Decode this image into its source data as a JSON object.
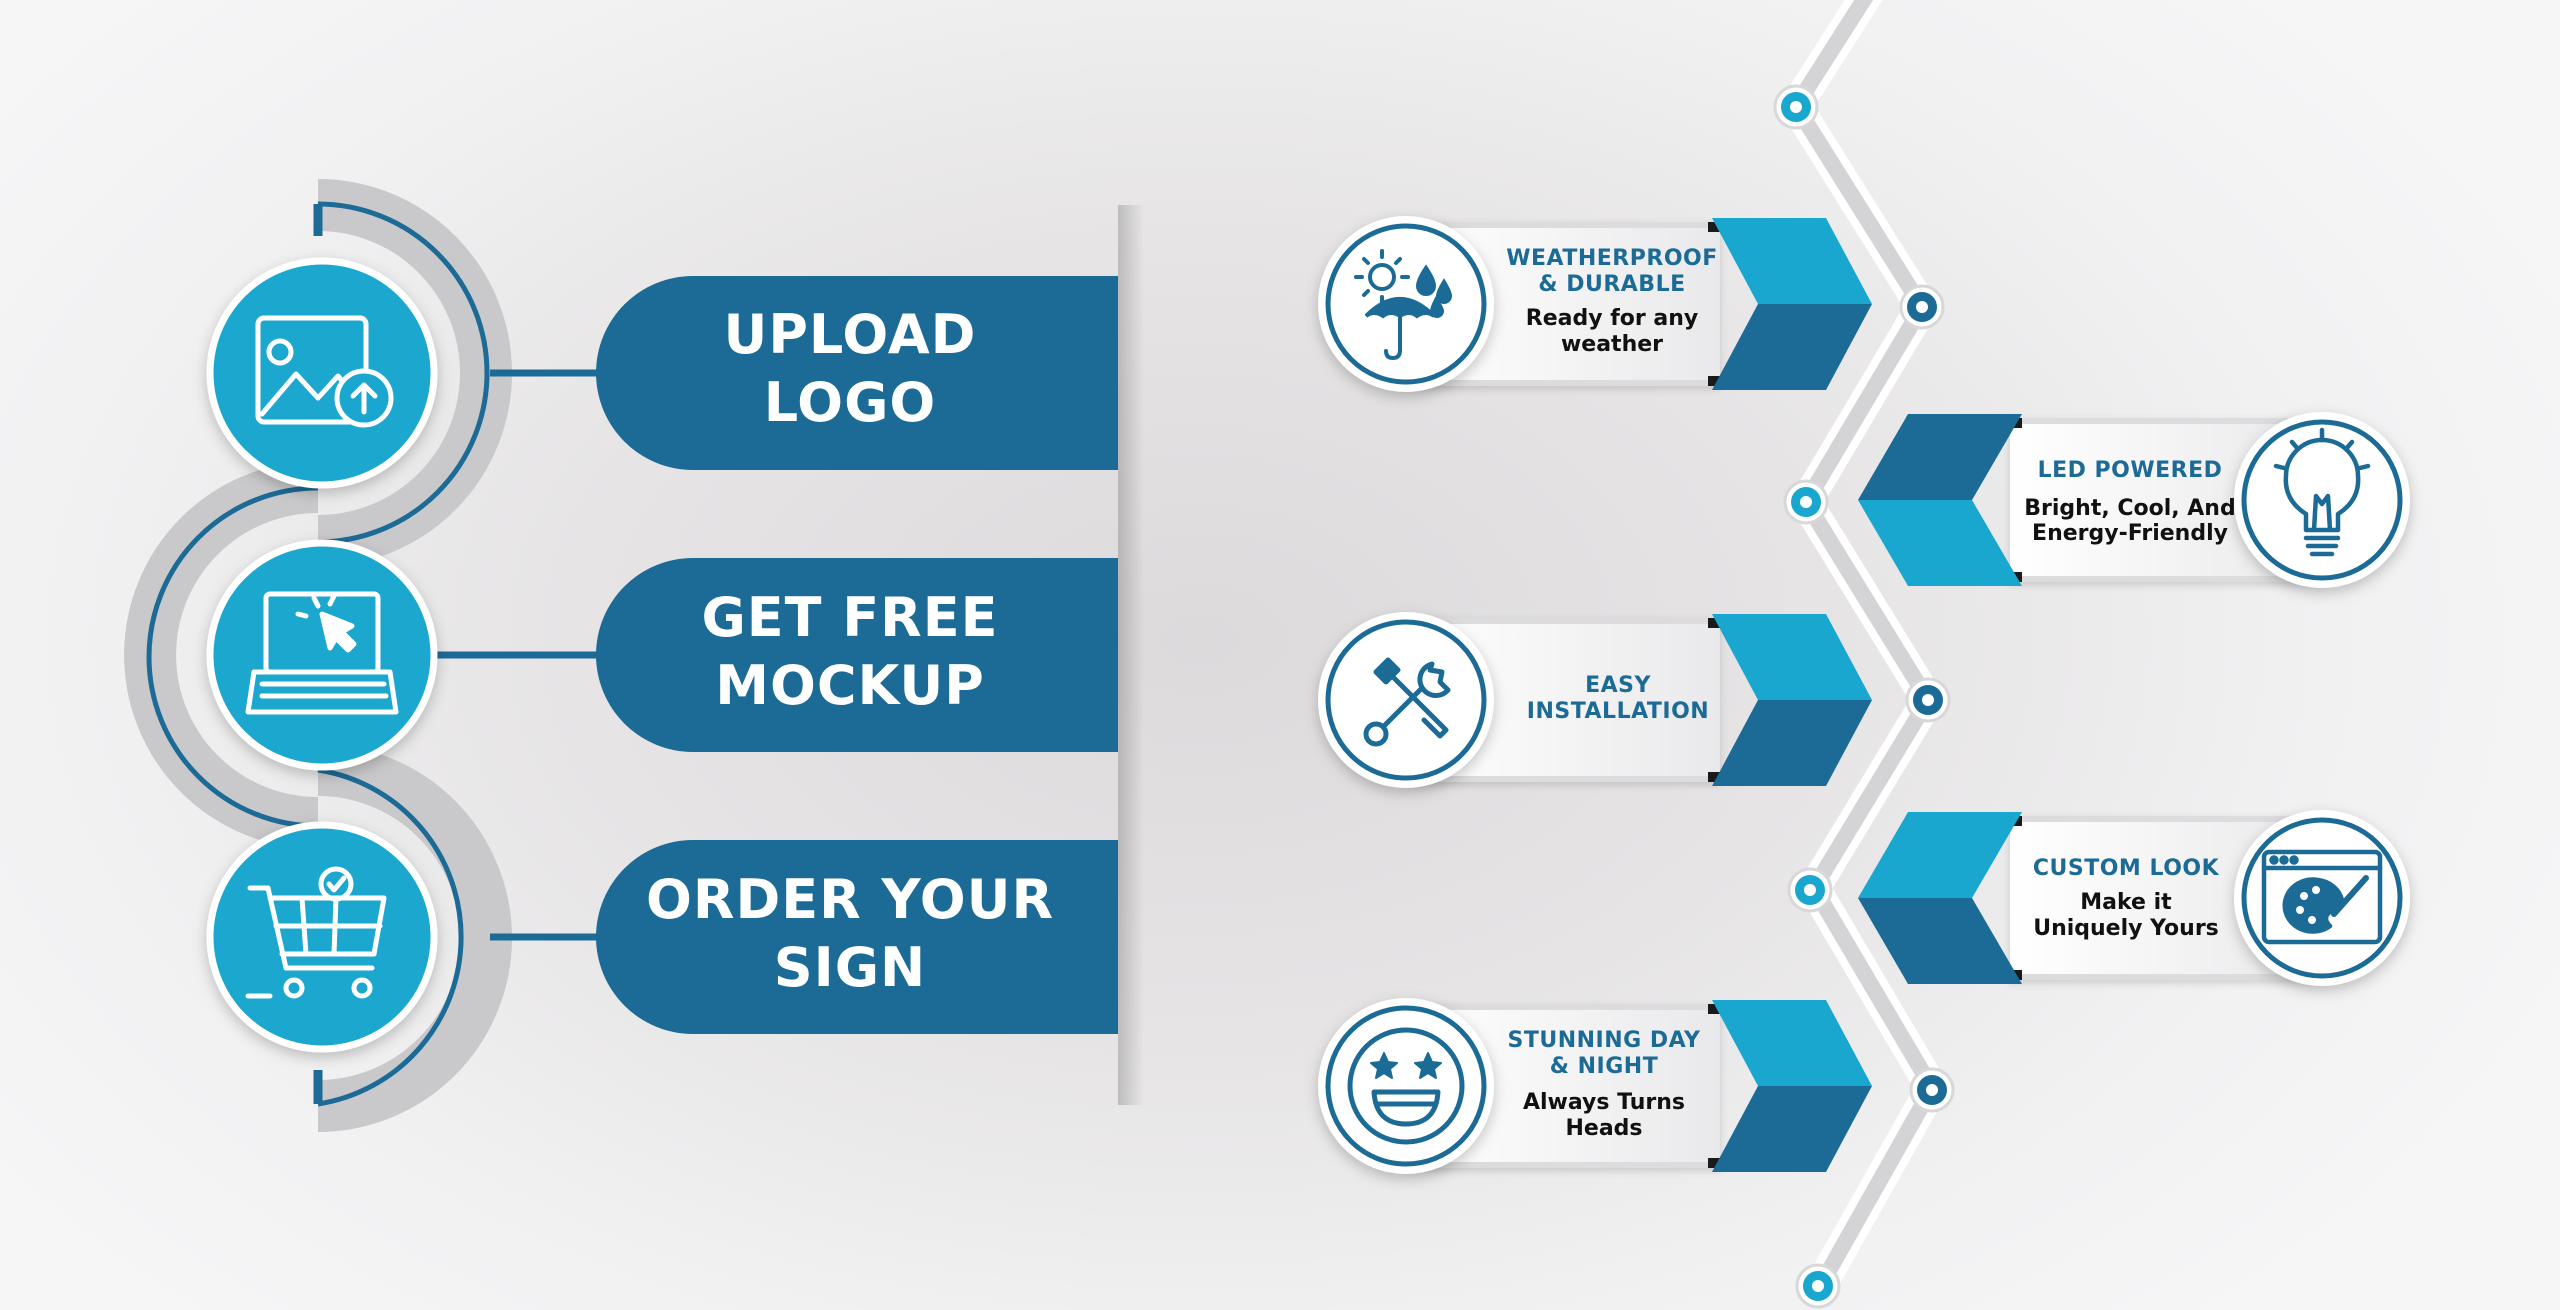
{
  "steps": [
    {
      "line1": "UPLOAD",
      "line2": "LOGO",
      "icon": "image-upload-icon"
    },
    {
      "line1": "GET FREE",
      "line2": "MOCKUP",
      "icon": "laptop-click-icon"
    },
    {
      "line1": "ORDER YOUR",
      "line2": "SIGN",
      "icon": "shopping-cart-check-icon"
    }
  ],
  "features": [
    {
      "title": "WEATHERPROOF\n& DURABLE",
      "subtitle": "Ready for any\nweather",
      "icon": "umbrella-weather-icon"
    },
    {
      "title": "LED POWERED",
      "subtitle": "Bright, Cool, And\nEnergy-Friendly",
      "icon": "light-bulb-icon"
    },
    {
      "title": "EASY\nINSTALLATION",
      "subtitle": "",
      "icon": "wrench-screwdriver-icon"
    },
    {
      "title": "CUSTOM LOOK",
      "subtitle": "Make it\nUniquely Yours",
      "icon": "browser-palette-icon"
    },
    {
      "title": "STUNNING DAY\n& NIGHT",
      "subtitle": "Always Turns\nHeads",
      "icon": "smiley-face-icon"
    }
  ],
  "colors": {
    "dark_blue": "#1c6a96",
    "light_blue": "#1aa7cf",
    "gray_track": "#c9c9cb",
    "white": "#ffffff"
  }
}
